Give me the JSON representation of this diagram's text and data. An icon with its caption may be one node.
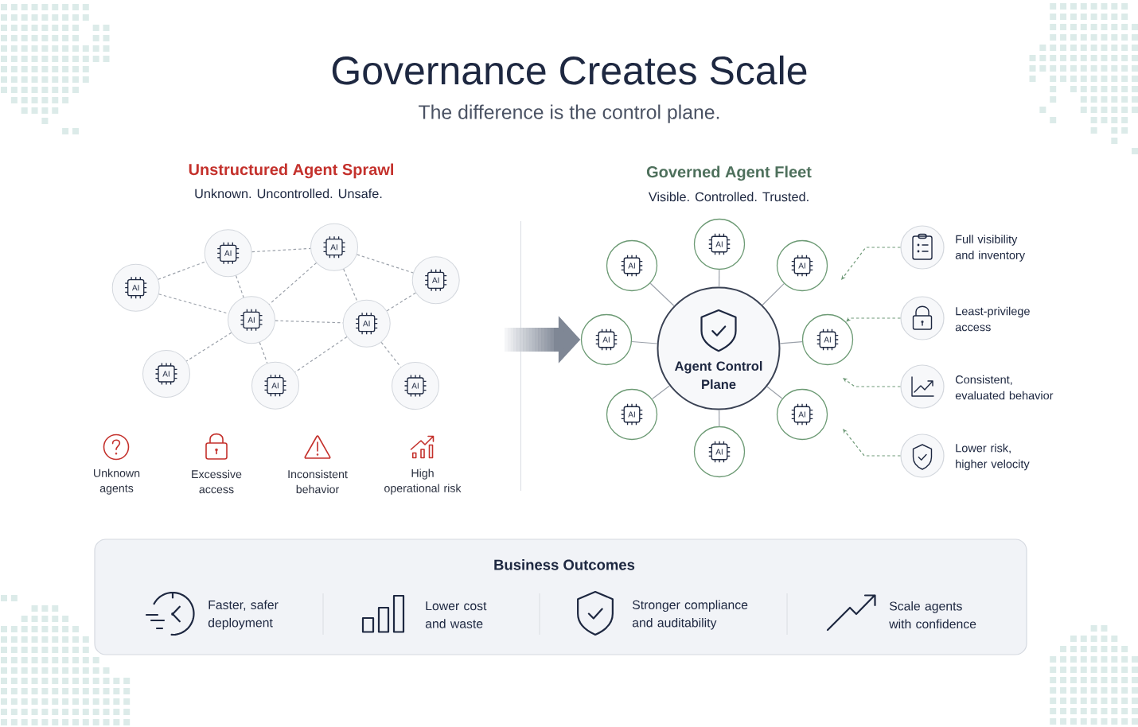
{
  "diagram": {
    "title": "Governance Creates Scale",
    "nodes": [
      {
        "text": [
          "AI"
        ]
      },
      {
        "text": [
          "AI"
        ]
      },
      {
        "text": [
          "AI"
        ]
      },
      {
        "text": [
          "AI"
        ]
      },
      {
        "text": [
          "AI"
        ]
      },
      {
        "text": [
          "AI"
        ]
      },
      {
        "text": [
          "AI"
        ]
      },
      {
        "text": [
          "AI"
        ]
      },
      {
        "text": [
          "AI"
        ]
      },
      {
        "text": [
          "Agent Control Plane"
        ]
      },
      {
        "text": [
          "AI"
        ]
      },
      {
        "text": [
          "AI"
        ]
      },
      {
        "text": [
          "AI"
        ]
      },
      {
        "text": [
          "AI"
        ]
      },
      {
        "text": [
          "AI"
        ]
      },
      {
        "text": [
          "AI"
        ]
      },
      {
        "text": [
          "AI"
        ]
      },
      {
        "text": [
          "AI"
        ]
      },
      {
        "text": [],
        "shape": "circle",
        "beside": [
          "Full visibility and inventory"
        ]
      },
      {
        "text": [],
        "shape": "circle",
        "beside": [
          "Least-privilege access"
        ]
      },
      {
        "text": [],
        "shape": "circle",
        "beside": [
          "Consistent, evaluated behavior"
        ]
      },
      {
        "text": [],
        "shape": "circle",
        "beside": [
          "Lower risk, higher velocity"
        ]
      },
      {
        "text": [
          "Business Outcomes",
          "Faster, safer deployment",
          "Lower cost and waste",
          "Stronger compliance and auditability",
          "Scale agents with confidence"
        ]
      }
    ],
    "edges": [
      {
        "from": 2,
        "to": 0,
        "arrow": "none",
        "style": "dashed"
      },
      {
        "from": 0,
        "to": 1,
        "arrow": "none",
        "style": "dashed"
      },
      {
        "from": 1,
        "to": 3,
        "arrow": "none",
        "style": "dashed"
      },
      {
        "from": 0,
        "to": 4,
        "arrow": "none",
        "style": "dashed"
      },
      {
        "from": 2,
        "to": 4,
        "arrow": "none",
        "style": "dashed"
      },
      {
        "from": 1,
        "to": 4,
        "arrow": "none",
        "style": "dashed"
      },
      {
        "from": 1,
        "to": 5,
        "arrow": "none",
        "style": "dashed"
      },
      {
        "from": 4,
        "to": 5,
        "arrow": "none",
        "style": "dashed"
      },
      {
        "from": 3,
        "to": 5,
        "arrow": "none",
        "style": "dashed"
      },
      {
        "from": 4,
        "to": 6,
        "arrow": "none",
        "style": "dashed"
      },
      {
        "from": 4,
        "to": 7,
        "arrow": "none",
        "style": "dashed"
      },
      {
        "from": 5,
        "to": 7,
        "arrow": "none",
        "style": "dashed"
      },
      {
        "from": 5,
        "to": 8,
        "arrow": "none",
        "style": "dashed"
      },
      {
        "from": 9,
        "to": 10,
        "arrow": "none"
      },
      {
        "from": 9,
        "to": 11,
        "arrow": "none"
      },
      {
        "from": 9,
        "to": 12,
        "arrow": "none"
      },
      {
        "from": 9,
        "to": 13,
        "arrow": "none"
      },
      {
        "from": 9,
        "to": 14,
        "arrow": "none"
      },
      {
        "from": 9,
        "to": 15,
        "arrow": "none"
      },
      {
        "from": 9,
        "to": 16,
        "arrow": "none"
      },
      {
        "from": 9,
        "to": 17,
        "arrow": "none"
      },
      {
        "from": 18,
        "to": null,
        "arrow": "to",
        "style": "dashed",
        "color": "#6f9a78"
      },
      {
        "from": 19,
        "to": 14,
        "arrow": "to",
        "style": "dashed",
        "color": "#6f9a78"
      },
      {
        "from": 20,
        "to": null,
        "arrow": "to",
        "style": "dashed",
        "color": "#6f9a78"
      },
      {
        "from": 21,
        "to": null,
        "arrow": "to",
        "style": "dashed",
        "color": "#6f9a78"
      },
      {
        "from": null,
        "to": 13,
        "arrow": "to",
        "style": "thick",
        "color": "#7f8795"
      }
    ],
    "labels": [
      "The difference is the control plane.",
      "Unstructured Agent Sprawl",
      "Unknown. Uncontrolled. Unsafe.",
      "Governed Agent Fleet",
      "Visible. Controlled. Trusted.",
      "Unknown agents",
      "Excessive access",
      "Inconsistent behavior",
      "High operational risk"
    ]
  }
}
